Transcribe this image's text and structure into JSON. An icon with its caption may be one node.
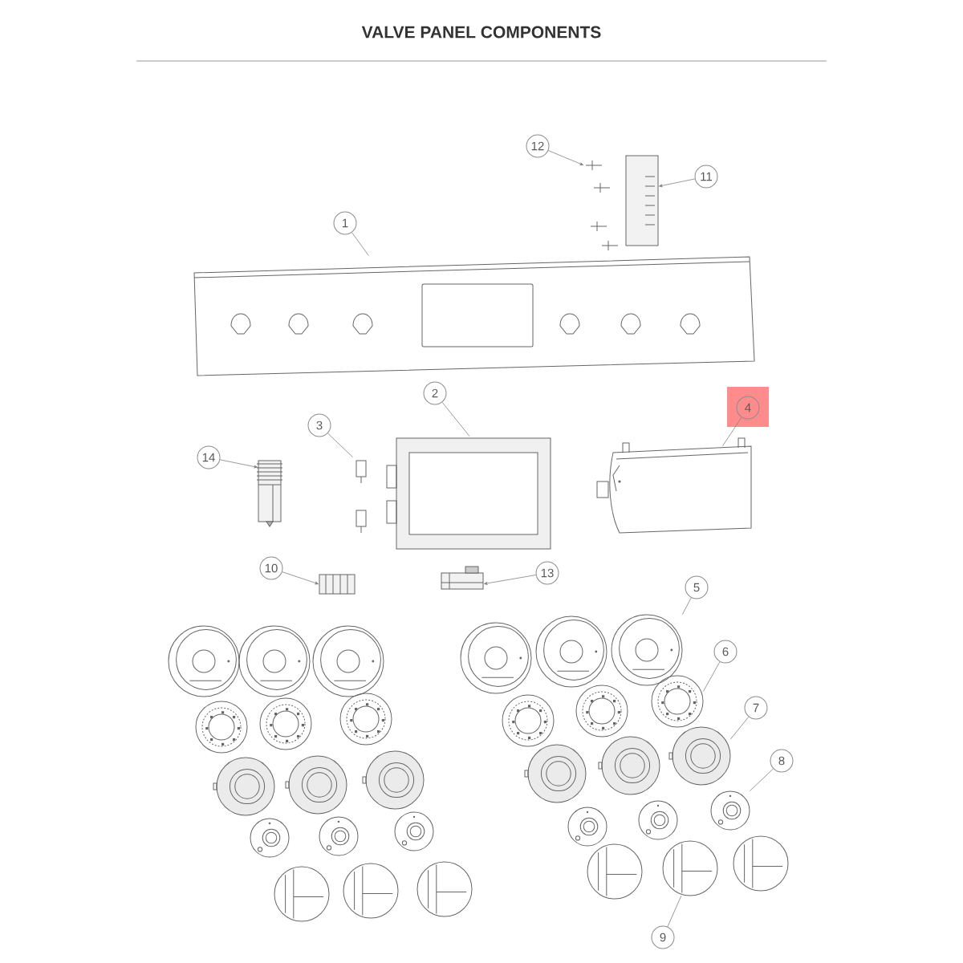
{
  "diagram": {
    "title": "VALVE PANEL COMPONENTS",
    "nodes": [
      {
        "text": [
          "1"
        ]
      },
      {
        "text": [
          "2"
        ]
      },
      {
        "text": [
          "3"
        ]
      },
      {
        "text": [
          "4"
        ]
      },
      {
        "text": [
          "5"
        ]
      },
      {
        "text": [
          "6"
        ]
      },
      {
        "text": [
          "7"
        ]
      },
      {
        "text": [
          "8"
        ]
      },
      {
        "text": [
          "9"
        ]
      },
      {
        "text": [
          "10"
        ]
      },
      {
        "text": [
          "11"
        ]
      },
      {
        "text": [
          "12"
        ]
      },
      {
        "text": [
          "13"
        ]
      },
      {
        "text": [
          "14"
        ]
      },
      {
        "text": [],
        "shape": "picture"
      },
      {
        "text": [],
        "shape": "picture"
      },
      {
        "text": [],
        "shape": "picture"
      },
      {
        "text": [],
        "shape": "picture"
      },
      {
        "text": [],
        "shape": "picture"
      },
      {
        "text": [],
        "shape": "picture"
      },
      {
        "text": [],
        "shape": "picture"
      },
      {
        "text": [],
        "shape": "picture"
      },
      {
        "text": [],
        "shape": "picture"
      },
      {
        "text": [],
        "shape": "picture"
      },
      {
        "text": [],
        "shape": "picture"
      },
      {
        "text": [],
        "shape": "picture"
      },
      {
        "text": [],
        "shape": "picture"
      },
      {
        "text": [],
        "shape": "picture"
      }
    ],
    "edges": [
      {
        "from": 0,
        "to": 14,
        "arrow": "none"
      },
      {
        "from": 1,
        "to": 15,
        "arrow": "none"
      },
      {
        "from": 2,
        "to": 16,
        "arrow": "none"
      },
      {
        "from": 3,
        "to": 17,
        "arrow": "none"
      },
      {
        "from": 4,
        "to": 18,
        "arrow": "none"
      },
      {
        "from": 5,
        "to": 19,
        "arrow": "none"
      },
      {
        "from": 6,
        "to": 20,
        "arrow": "none"
      },
      {
        "from": 7,
        "to": 21,
        "arrow": "none"
      },
      {
        "from": 8,
        "to": 22,
        "arrow": "none"
      },
      {
        "from": 9,
        "to": 23,
        "arrow": "to"
      },
      {
        "from": 10,
        "to": 24,
        "arrow": "to"
      },
      {
        "from": 11,
        "to": 25,
        "arrow": "to"
      },
      {
        "from": 12,
        "to": 26,
        "arrow": "to"
      },
      {
        "from": 13,
        "to": 27,
        "arrow": "to"
      }
    ]
  }
}
